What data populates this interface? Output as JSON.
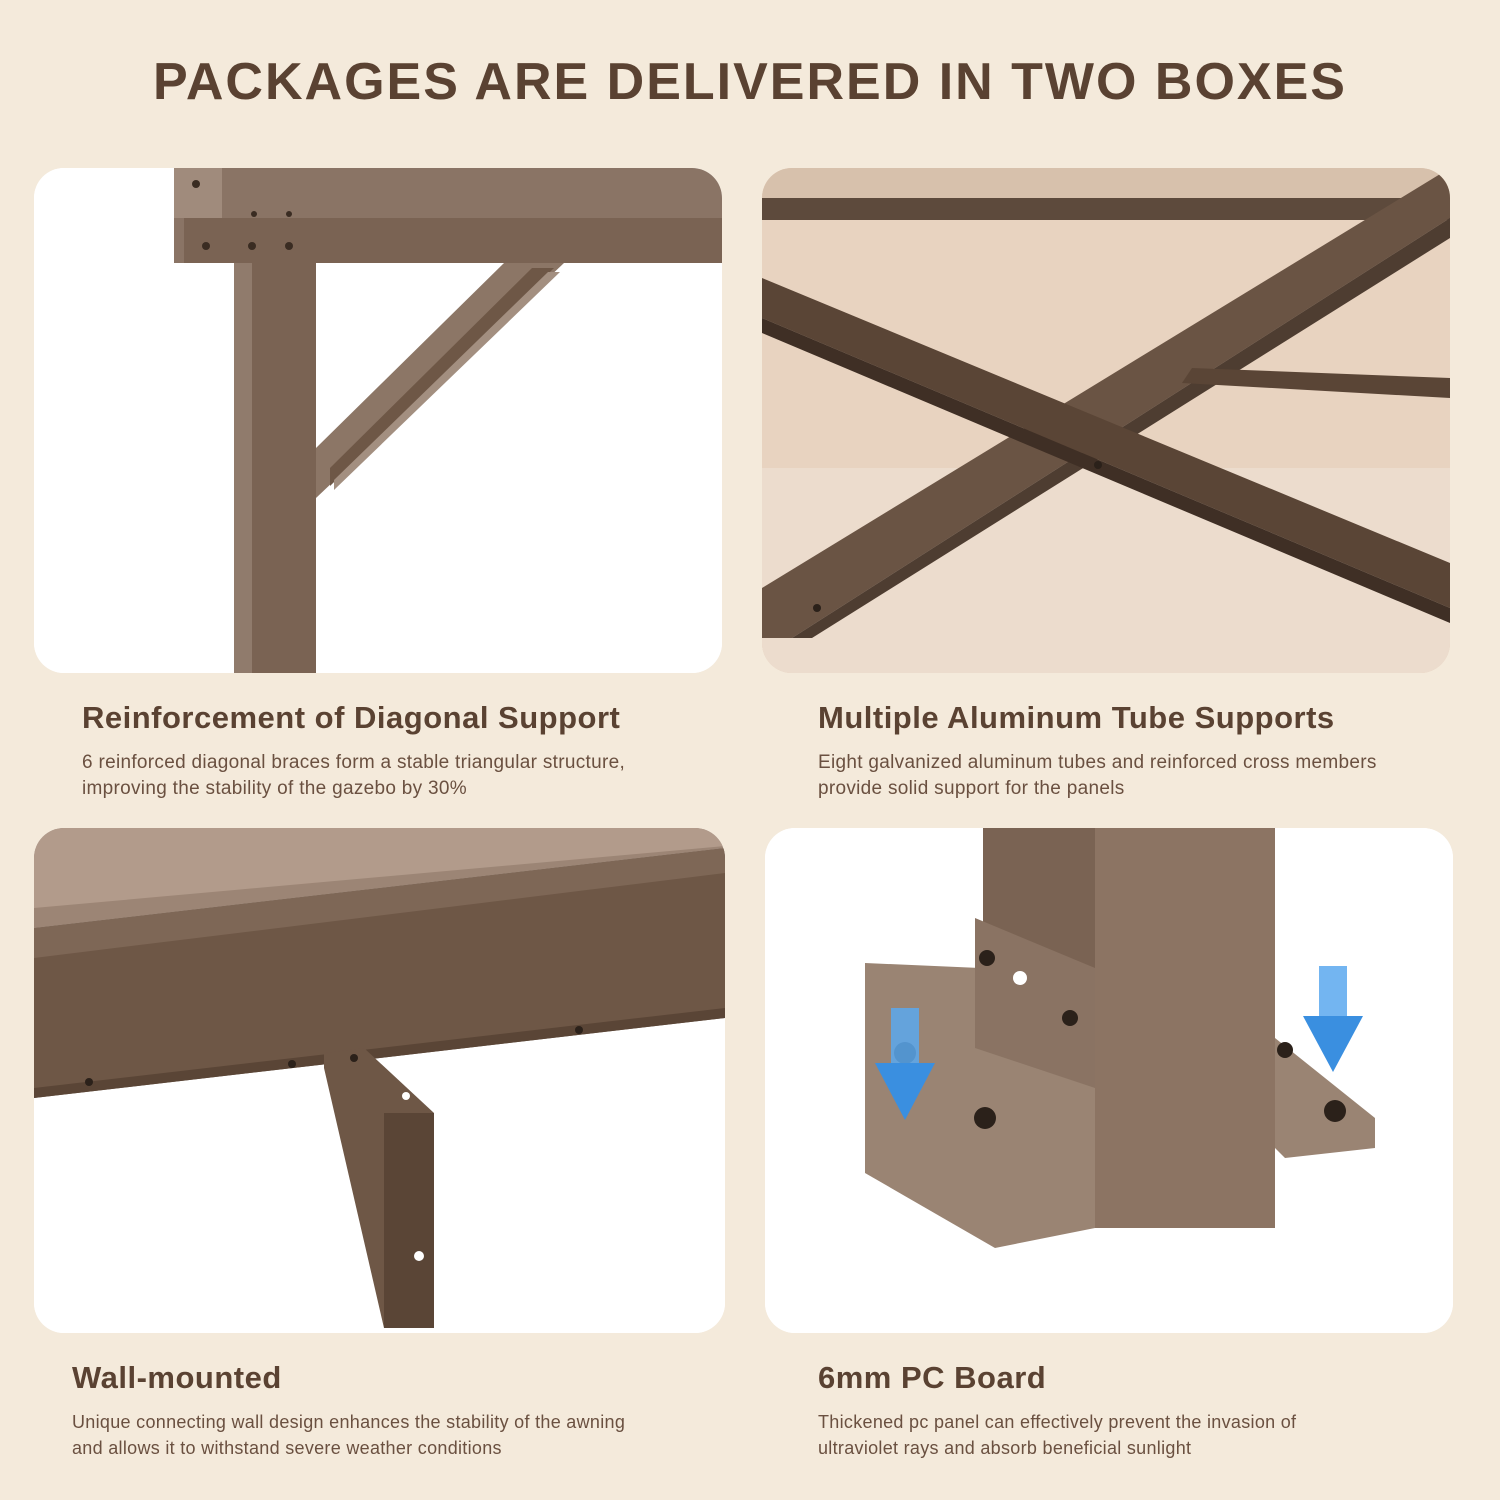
{
  "headline": "PACKAGES ARE DELIVERED IN TWO BOXES",
  "features": [
    {
      "title": "Reinforcement of Diagonal Support",
      "desc_lines": [
        "6 reinforced diagonal braces form a stable triangular structure,",
        "improving the stability of the gazebo by 30%"
      ]
    },
    {
      "title": "Multiple Aluminum Tube Supports",
      "desc_lines": [
        "Eight galvanized aluminum tubes and reinforced cross members",
        "provide solid support for the panels"
      ]
    },
    {
      "title": "Wall-mounted",
      "desc_lines": [
        "Unique connecting wall design enhances the stability of the awning",
        "and allows it to withstand severe weather conditions"
      ]
    },
    {
      "title": "6mm PC Board",
      "desc_lines": [
        "Thickened pc panel can effectively prevent the invasion of",
        "ultraviolet rays and absorb beneficial sunlight"
      ]
    }
  ],
  "colors": {
    "background": "#f4eadb",
    "text": "#5a4232",
    "metal_brown": "#6e5746",
    "arrow_blue": "#3a8fe0"
  },
  "icons": [
    "down-arrow-icon"
  ]
}
